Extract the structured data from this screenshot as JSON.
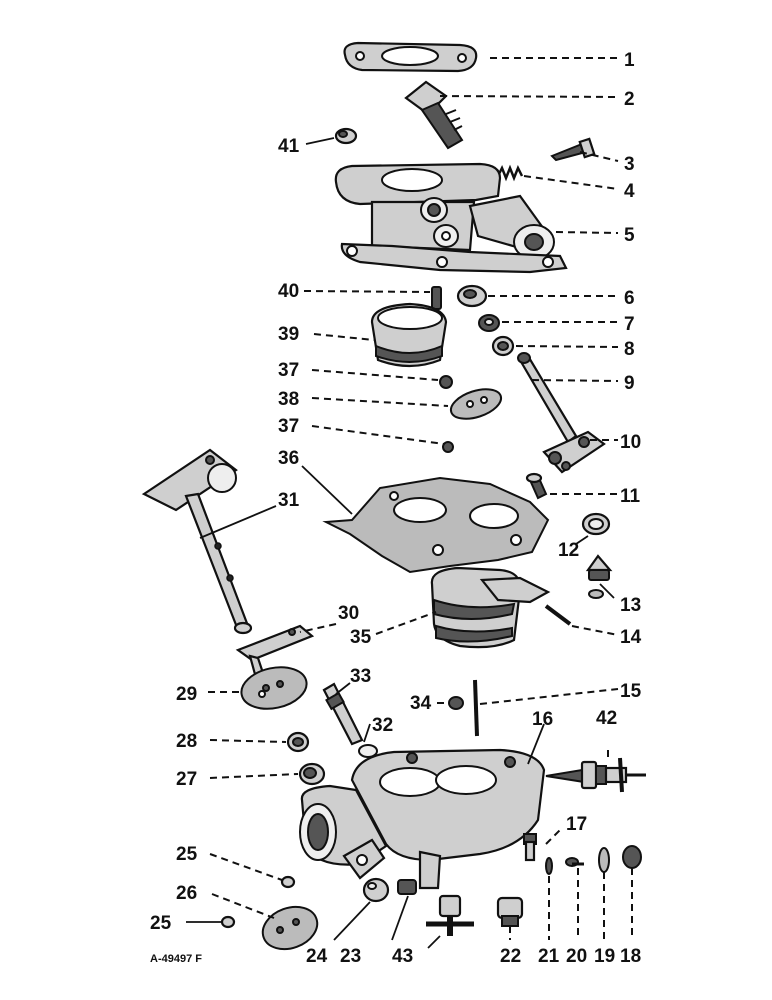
{
  "diagram": {
    "drawing_number": "A-49497 F",
    "callouts": [
      "1",
      "2",
      "3",
      "4",
      "5",
      "6",
      "7",
      "8",
      "9",
      "10",
      "11",
      "12",
      "13",
      "14",
      "15",
      "16",
      "17",
      "18",
      "19",
      "20",
      "21",
      "22",
      "23",
      "24",
      "25",
      "26",
      "27",
      "28",
      "29",
      "30",
      "31",
      "32",
      "33",
      "34",
      "35",
      "36",
      "37",
      "38",
      "39",
      "40",
      "41",
      "42",
      "43"
    ],
    "callouts_repeated": {
      "25": "25",
      "37": "37"
    }
  }
}
